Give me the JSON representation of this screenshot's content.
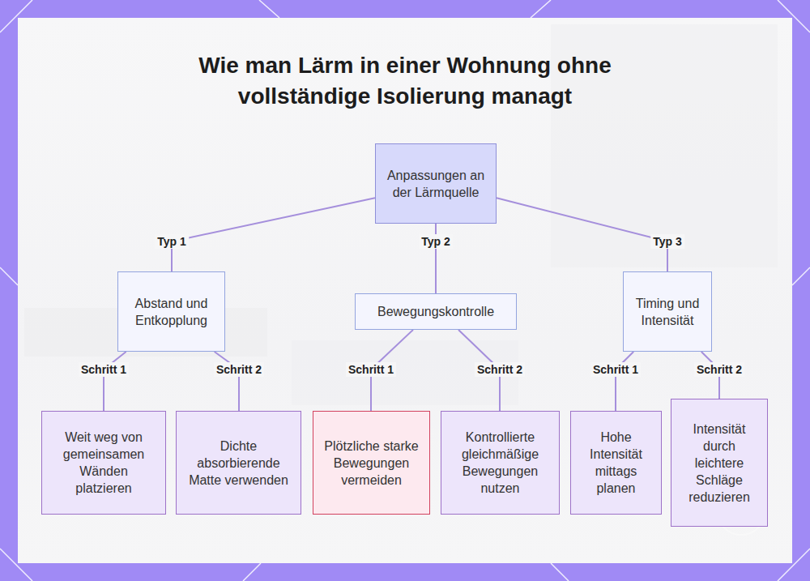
{
  "diagram": {
    "title": "Wie man Lärm in einer Wohnung ohne vollständige Isolierung managt",
    "nodes": [
      {
        "text": [
          "Anpassungen an der Lärmquelle"
        ]
      },
      {
        "text": [
          "Abstand und Entkopplung"
        ]
      },
      {
        "text": [
          "Bewegungskontrolle"
        ]
      },
      {
        "text": [
          "Timing und Intensität"
        ]
      },
      {
        "text": [
          "Weit weg von gemeinsamen Wänden platzieren"
        ]
      },
      {
        "text": [
          "Dichte absorbierende Matte verwenden"
        ]
      },
      {
        "text": [
          "Plötzliche starke Bewegungen vermeiden"
        ]
      },
      {
        "text": [
          "Kontrollierte gleichmäßige Bewegungen nutzen"
        ]
      },
      {
        "text": [
          "Hohe Intensität mittags planen"
        ]
      },
      {
        "text": [
          "Intensität durch leichtere Schläge reduzieren"
        ]
      }
    ],
    "edges": [
      {
        "from": 0,
        "to": 1,
        "label": "Typ 1",
        "arrow": "none"
      },
      {
        "from": 0,
        "to": 2,
        "label": "Typ 2",
        "arrow": "none"
      },
      {
        "from": 0,
        "to": 3,
        "label": "Typ 3",
        "arrow": "none"
      },
      {
        "from": 1,
        "to": 4,
        "label": "Schritt 1",
        "arrow": "none"
      },
      {
        "from": 1,
        "to": 5,
        "label": "Schritt 2",
        "arrow": "none"
      },
      {
        "from": 2,
        "to": 6,
        "label": "Schritt 1",
        "arrow": "none"
      },
      {
        "from": 2,
        "to": 7,
        "label": "Schritt 2",
        "arrow": "none"
      },
      {
        "from": 3,
        "to": 8,
        "label": "Schritt 1",
        "arrow": "none"
      },
      {
        "from": 3,
        "to": 9,
        "label": "Schritt 2",
        "arrow": "none"
      }
    ]
  }
}
